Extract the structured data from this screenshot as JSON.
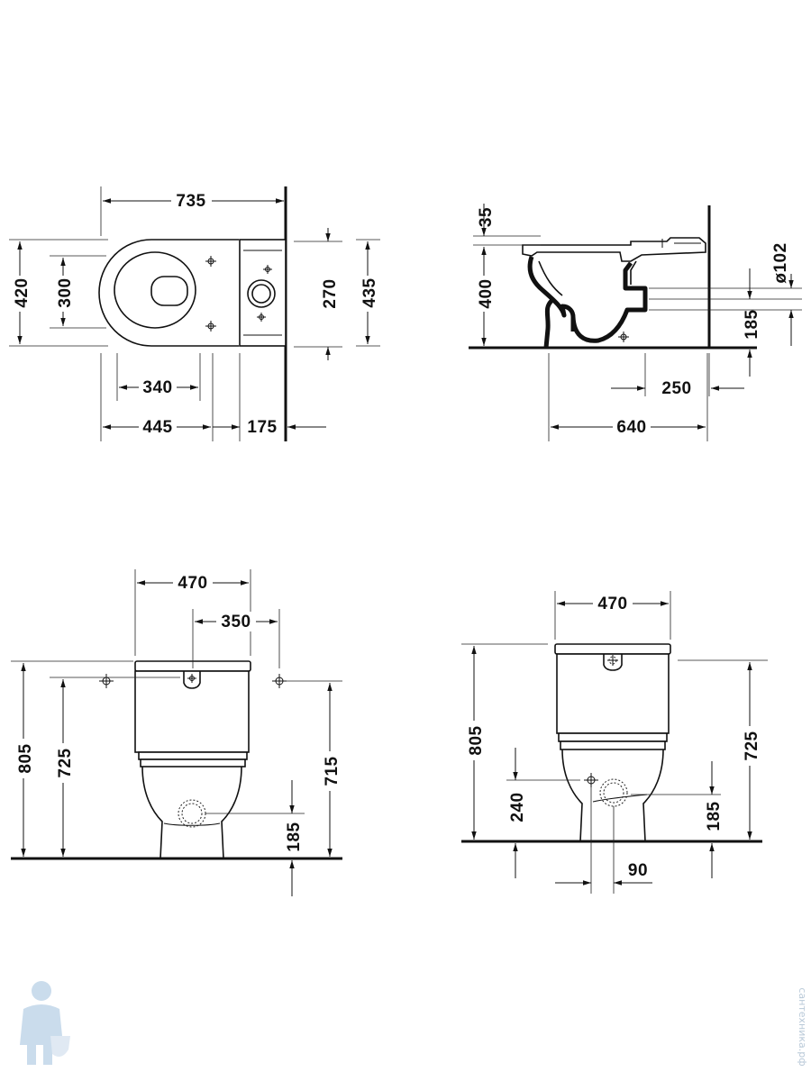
{
  "plan_view": {
    "dims": {
      "overall_length": "735",
      "bowl_width": "420",
      "seat_width": "300",
      "tank_width": "270",
      "wall_width": "435",
      "fix_center": "340",
      "bowl_length": "445",
      "tank_depth": "175"
    }
  },
  "side_view": {
    "dims": {
      "seat_thickness": "35",
      "bowl_height": "400",
      "outlet_dia": "ø102",
      "outlet_height": "185",
      "outlet_offset": "250",
      "base_length": "640"
    }
  },
  "front_view": {
    "dims": {
      "width": "470",
      "fix_spacing": "350",
      "total_height": "805",
      "tank_height": "725",
      "fix_height": "715",
      "outlet_height": "185"
    }
  },
  "rear_view": {
    "dims": {
      "width": "470",
      "total_height": "805",
      "tank_height": "725",
      "inlet_height": "240",
      "outlet_height": "185",
      "outlet_offset": "90"
    }
  },
  "watermark": {
    "text": "сантехника.рф",
    "logo": "plumber-mascot-icon"
  }
}
